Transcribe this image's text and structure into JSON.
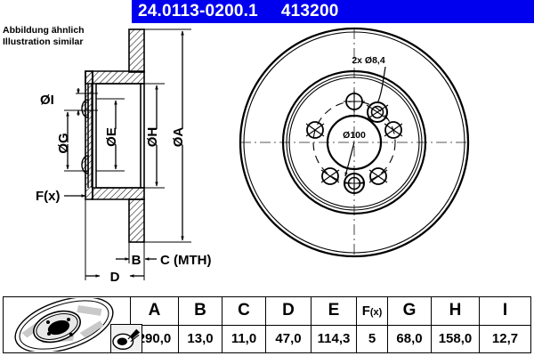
{
  "titlebar": {
    "part_number": "24.0113-0200.1",
    "article_number": "413200"
  },
  "note": {
    "text": "Abbildung ähnlich\nIllustration similar"
  },
  "section_view": {
    "labels": {
      "dia_i": "ØI",
      "dia_g": "ØG",
      "dia_e": "ØE",
      "dia_h": "ØH",
      "dia_a": "ØA",
      "fx": "F(x)",
      "b": "B",
      "c_mth": "C (MTH)",
      "d": "D"
    }
  },
  "front_view": {
    "annotations": {
      "holes": "2x Ø8,4",
      "center_bore": "Ø100"
    },
    "lug_hole_count": 5,
    "threaded_hole_count": 2
  },
  "table": {
    "headers": [
      "A",
      "B",
      "C",
      "D",
      "E",
      "F",
      "G",
      "H",
      "I"
    ],
    "fx_head_main": "F",
    "fx_head_sub": "(x)",
    "values": [
      "290,0",
      "13,0",
      "11,0",
      "47,0",
      "114,3",
      "5",
      "68,0",
      "158,0",
      "12,7"
    ],
    "icons": {
      "product": "brake-disc-icon",
      "tool": "disc-tool-icon"
    }
  },
  "colors": {
    "titlebar_bg": "#0000ee",
    "titlebar_text": "#ffffff",
    "line": "#000000",
    "page_bg": "#ffffff"
  }
}
